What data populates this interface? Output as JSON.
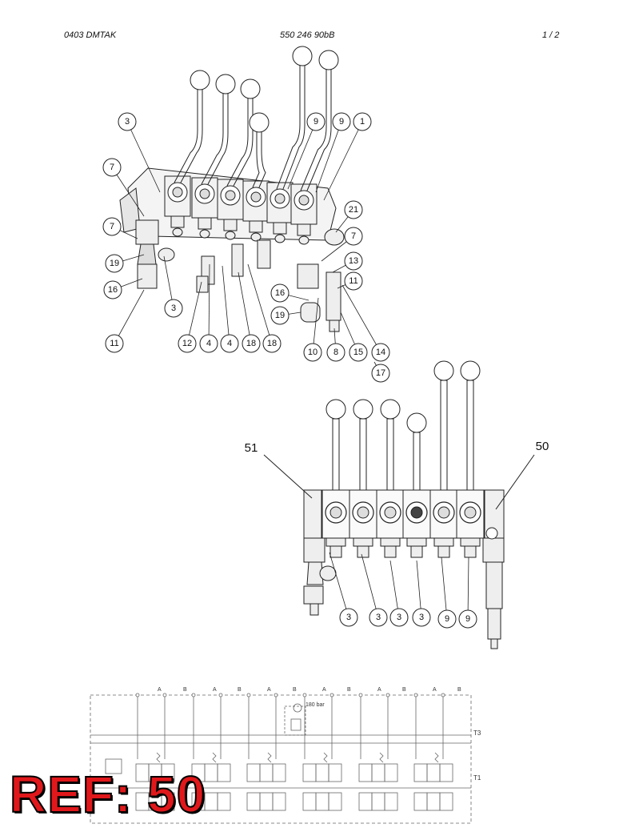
{
  "header": {
    "left": "0403   DMTAK",
    "center": "550 246 90bB",
    "right": "1 /   2"
  },
  "exploded_view": {
    "callouts": [
      "3",
      "7",
      "7",
      "19",
      "16",
      "11",
      "3",
      "12",
      "4",
      "4",
      "18",
      "18",
      "9",
      "9",
      "1",
      "21",
      "7",
      "13",
      "11",
      "16",
      "19",
      "10",
      "8",
      "15",
      "14",
      "17"
    ]
  },
  "assembly_view": {
    "labels": [
      "51",
      "50"
    ],
    "callouts": [
      "3",
      "3",
      "3",
      "3",
      "9",
      "9"
    ]
  },
  "schematic": {
    "port_labels": [
      "A",
      "B",
      "A",
      "B",
      "A",
      "B",
      "A",
      "B",
      "A",
      "B",
      "A",
      "B"
    ],
    "pressure_label": "180 bar",
    "tank_labels": [
      "T3",
      "T1"
    ]
  },
  "reference": {
    "text": "REF: 50",
    "color": "#e0181b"
  }
}
